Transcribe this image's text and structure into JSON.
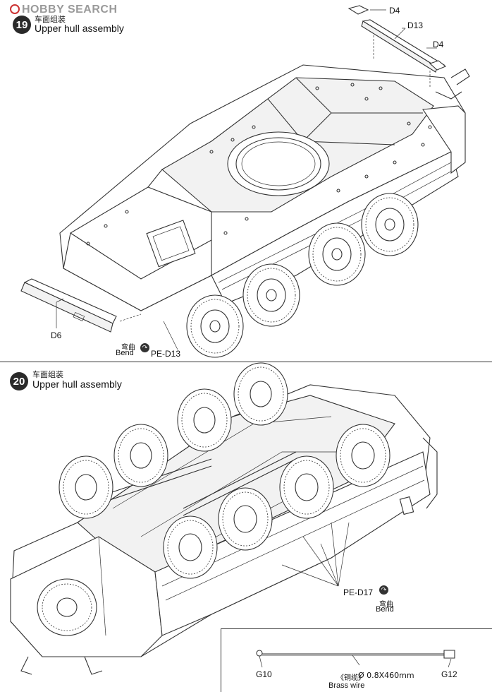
{
  "watermark": {
    "text": "HOBBY SEARCH"
  },
  "step19": {
    "number": "19",
    "title_cn": "车面组装",
    "title_en": "Upper hull assembly",
    "parts": {
      "d4_top": "D4",
      "d13": "D13",
      "d4_right": "D4",
      "d6": "D6",
      "pe_d13": "PE-D13"
    },
    "bend_cn": "弯曲",
    "bend_en": "Bend"
  },
  "step20": {
    "number": "20",
    "title_cn": "车面组装",
    "title_en": "Upper hull assembly",
    "parts": {
      "pe_d17": "PE-D17"
    },
    "bend_cn": "弯曲",
    "bend_en": "Bend"
  },
  "wire_inset": {
    "left_part": "G10",
    "right_part": "G12",
    "spec_cn": "《铜缆》",
    "spec": "Ø 0.8X460mm",
    "label_en": "Brass wire"
  },
  "icons": {
    "bend": "bend-icon",
    "logo": "hobbysearch-logo-icon"
  }
}
